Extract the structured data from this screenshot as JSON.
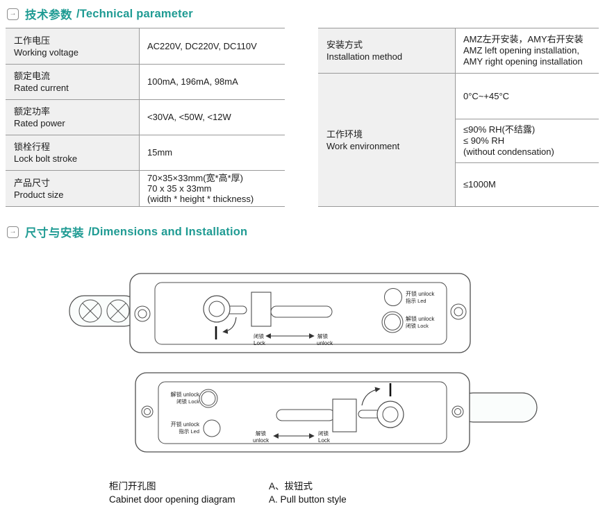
{
  "colors": {
    "accent": "#1f9b93",
    "table_border": "#999999",
    "label_bg": "#f0f0f0",
    "diagram_stroke": "#4d4d4d"
  },
  "header1": {
    "icon": "→",
    "zh": "技术参数",
    "en": "/Technical parameter"
  },
  "header2": {
    "icon": "→",
    "zh": "尺寸与安装",
    "en": "/Dimensions and Installation"
  },
  "left_table": {
    "rows": [
      {
        "zh": "工作电压",
        "en": "Working voltage",
        "lines": [
          "AC220V, DC220V, DC110V"
        ]
      },
      {
        "zh": "额定电流",
        "en": "Rated current",
        "lines": [
          "100mA, 196mA, 98mA"
        ]
      },
      {
        "zh": "额定功率",
        "en": "Rated power",
        "lines": [
          "<30VA, <50W, <12W"
        ]
      },
      {
        "zh": "锁栓行程",
        "en": "Lock bolt stroke",
        "lines": [
          "15mm"
        ]
      },
      {
        "zh": "产品尺寸",
        "en": "Product size",
        "lines": [
          "70×35×33mm(宽*高*厚)",
          "70 x 35 x 33mm",
          "(width * height * thickness)"
        ]
      }
    ]
  },
  "right_table": {
    "row1": {
      "zh": "安装方式",
      "en": "Installation method",
      "lines": [
        "AMZ左开安装，AMY右开安装",
        "AMZ left opening installation,",
        "AMY right opening installation"
      ]
    },
    "row2": {
      "zh": "工作环境",
      "en": "Work environment",
      "sub1": [
        "0°C~+45°C"
      ],
      "sub2": [
        "≤90% RH(不结露)",
        "≤ 90% RH",
        "(without condensation)"
      ],
      "sub3": [
        "≤1000M"
      ]
    }
  },
  "diagram1": {
    "led_line1": "开锁 unlock",
    "led_line2": "指示 Led",
    "btn_line1": "解锁 unlock",
    "btn_line2": "闭锁 Lock",
    "arrow_left_zh": "闭锁",
    "arrow_left_en": "Lock",
    "arrow_right_zh": "解锁",
    "arrow_right_en": "unlock"
  },
  "diagram2": {
    "btn_line1": "解锁 unlock",
    "btn_line2": "闭锁 Lock",
    "led_line1": "开锁 unlock",
    "led_line2": "指示 Led",
    "arrow_left_zh": "解锁",
    "arrow_left_en": "unlock",
    "arrow_right_zh": "闭锁",
    "arrow_right_en": "Lock"
  },
  "captions": {
    "left_zh": "柜门开孔图",
    "left_en": "Cabinet door opening diagram",
    "right_zh": "A、拔钮式",
    "right_en": "A. Pull button style"
  }
}
